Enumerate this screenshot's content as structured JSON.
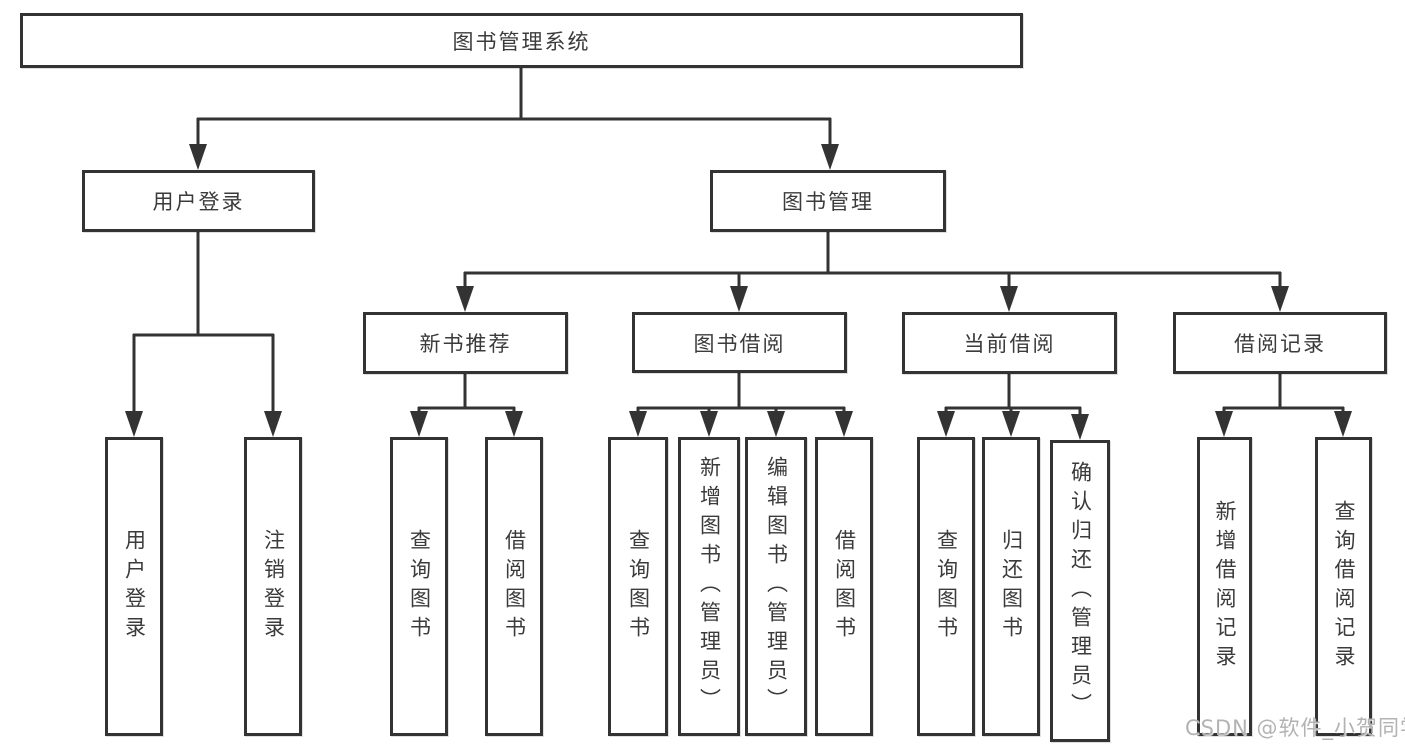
{
  "diagram": {
    "title": "图书管理系统",
    "branches": [
      {
        "label": "用户登录",
        "leaves": [
          "用户登录",
          "注销登录"
        ]
      },
      {
        "label": "图书管理",
        "groups": [
          {
            "label": "新书推荐",
            "leaves": [
              "查询图书",
              "借阅图书"
            ]
          },
          {
            "label": "图书借阅",
            "leaves": [
              "查询图书",
              "新增图书（管理员）",
              "编辑图书（管理员）",
              "借阅图书"
            ]
          },
          {
            "label": "当前借阅",
            "leaves": [
              "查询图书",
              "归还图书",
              "确认归还（管理员）"
            ]
          },
          {
            "label": "借阅记录",
            "leaves": [
              "新增借阅记录",
              "查询借阅记录"
            ]
          }
        ]
      }
    ]
  },
  "watermark": "CSDN @软件_小贺同学",
  "colors": {
    "line": "#333333",
    "text": "#3b3b3b",
    "background": "#ffffff",
    "watermark": "#b3b3b3"
  }
}
